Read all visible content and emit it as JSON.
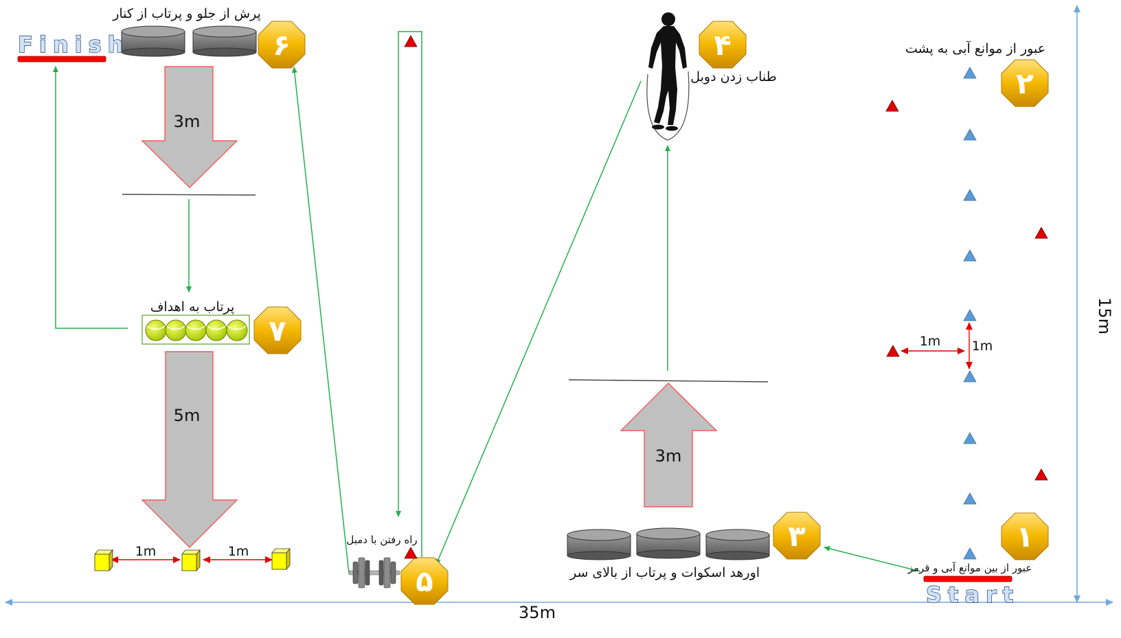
{
  "course": {
    "width_label": "35m",
    "height_label": "15m"
  },
  "start_label": "Start",
  "finish_label": "Finish",
  "stations": [
    {
      "number": "۱",
      "label": "عبور از بین موانع آبی و قرمز"
    },
    {
      "number": "۲",
      "label": "عبور از موانع آبی به پشت"
    },
    {
      "number": "۳",
      "label": "اورهد اسکوات و پرتاب از بالای سر"
    },
    {
      "number": "۴",
      "label": "طناب زدن دوبل"
    },
    {
      "number": "۵",
      "label": "راه رفتن با دمبل"
    },
    {
      "number": "۶",
      "label": "پرش از جلو و پرتاب از کنار"
    },
    {
      "number": "۷",
      "label": "پرتاب به اهداف"
    }
  ],
  "distances": {
    "station3_arrow": "3m",
    "station6_arrow": "3m",
    "station7_arrow": "5m",
    "cone_horizontal": "1m",
    "cone_vertical": "1m",
    "target_gap_left": "1m",
    "target_gap_right": "1m"
  },
  "colors": {
    "path_line": "#22b14c",
    "axis_line": "#6fa8dc",
    "blue_cone": "#5b9bd5",
    "red_cone": "#e00000",
    "badge_gold": "#f5b800",
    "big_arrow_fill": "#c0c0c0",
    "big_arrow_stroke": "#ff4040",
    "target_box": "#ffff00",
    "start_finish_bar": "#ff0000",
    "tennis_ball": "#c8e100"
  },
  "icons": {
    "station_badge": "octagon-badge-icon",
    "jump_rope_athlete": "jump-rope-athlete-icon",
    "dumbbell": "dumbbell-icon",
    "plyo_disc": "plyo-disc-icon",
    "tennis_ball": "tennis-ball-icon",
    "target_box": "target-box-icon",
    "blue_cone": "blue-cone-icon",
    "red_cone": "red-cone-icon"
  }
}
